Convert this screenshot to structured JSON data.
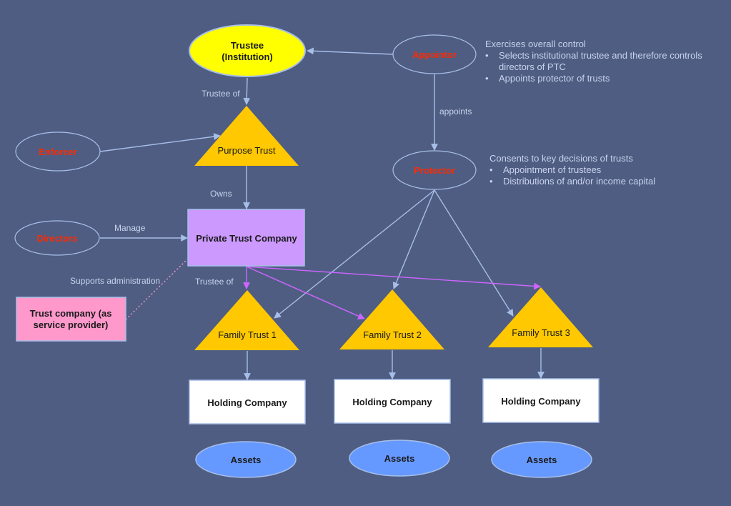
{
  "colors": {
    "background": "#4f5d82",
    "trustee_fill": "#ffff00",
    "triangle_fill": "#ffc800",
    "ptc_fill": "#cc99ff",
    "service_fill": "#ff99cc",
    "assets_fill": "#6699ff",
    "role_text": "#ff2a00",
    "line": "#a7bfe8",
    "magenta_line": "#cc66ff"
  },
  "nodes": {
    "trustee": {
      "line1": "Trustee",
      "line2": "(Institution)"
    },
    "appointor": "Appointor",
    "purpose_trust": "Purpose Trust",
    "enforcer": "Enforcer",
    "protector": "Protector",
    "directors": "Directors",
    "ptc": "Private Trust Company",
    "service_provider": {
      "line1": "Trust company (as",
      "line2": "service provider)"
    },
    "family_trusts": [
      "Family Trust 1",
      "Family Trust 2",
      "Family Trust 3"
    ],
    "holding_companies": [
      "Holding Company",
      "Holding Company",
      "Holding Company"
    ],
    "assets": [
      "Assets",
      "Assets",
      "Assets"
    ]
  },
  "edge_labels": {
    "trustee_of_top": "Trustee of",
    "appoints": "appoints",
    "owns": "Owns",
    "manage": "Manage",
    "supports": "Supports administration",
    "trustee_of_bottom": "Trustee of"
  },
  "notes": {
    "appointor": {
      "heading": "Exercises overall control",
      "items": [
        "Selects institutional trustee and therefore controls directors of PTC",
        "Appoints protector of trusts"
      ]
    },
    "protector": {
      "heading": "Consents to key decisions of trusts",
      "items": [
        "Appointment of trustees",
        "Distributions of and/or income capital"
      ]
    }
  }
}
